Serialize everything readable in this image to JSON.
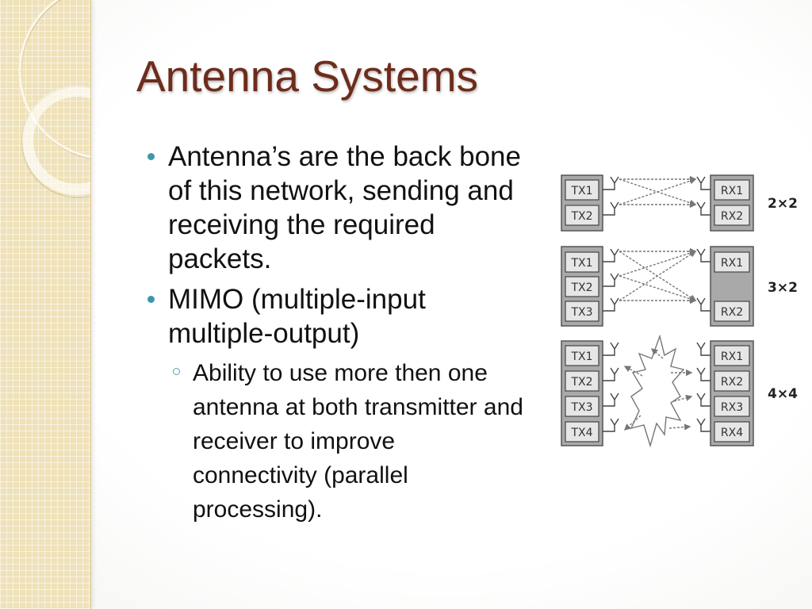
{
  "slide": {
    "title": "Antenna Systems",
    "bullets": [
      {
        "lines": [
          "Antenna’s are the back bone",
          "of this network, sending and",
          "receiving the required",
          "packets."
        ]
      },
      {
        "lines": [
          "MIMO (multiple-input",
          "multiple-output)"
        ],
        "sub_bullets": [
          {
            "lines": [
              "Ability to use more then one",
              "antenna at both transmitter and",
              "receiver to improve",
              "connectivity (parallel",
              "processing)."
            ]
          }
        ]
      }
    ]
  },
  "diagram": {
    "configs": [
      {
        "label": "2×2",
        "tx": [
          "TX1",
          "TX2"
        ],
        "rx": [
          "RX1",
          "RX2"
        ]
      },
      {
        "label": "3×2",
        "tx": [
          "TX1",
          "TX2",
          "TX3"
        ],
        "rx": [
          "RX1",
          "RX2"
        ]
      },
      {
        "label": "4×4",
        "tx": [
          "TX1",
          "TX2",
          "TX3",
          "TX4"
        ],
        "rx": [
          "RX1",
          "RX2",
          "RX3",
          "RX4"
        ]
      }
    ]
  },
  "colors": {
    "title": "#6E2C1C",
    "bullet": "#3D97AC",
    "sidebar": "#EFE1B8",
    "panel": "#A9A9A9",
    "box": "#E6E6E6"
  }
}
